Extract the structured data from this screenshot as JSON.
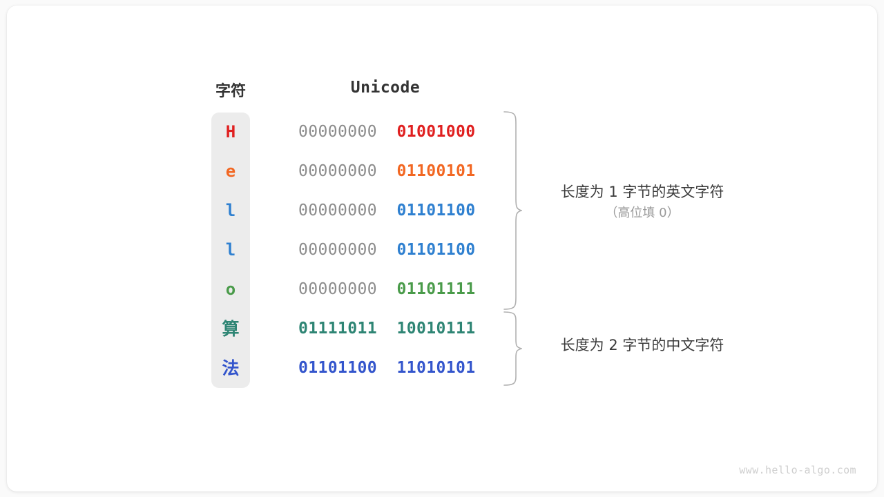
{
  "figure": {
    "background_color": "#fafafa",
    "card_color": "#ffffff",
    "panel_color": "#ececec"
  },
  "headers": {
    "character": "字符",
    "unicode": "Unicode"
  },
  "rows": [
    {
      "character": "H",
      "char_color": "#E02020",
      "high_byte": "00000000",
      "low_byte": "01001000",
      "low_color": "#E02020",
      "high_color": "#8c8c8c",
      "high_bold": false
    },
    {
      "character": "e",
      "char_color": "#F26722",
      "high_byte": "00000000",
      "low_byte": "01100101",
      "low_color": "#F26722",
      "high_color": "#8c8c8c",
      "high_bold": false
    },
    {
      "character": "l",
      "char_color": "#2F80D0",
      "high_byte": "00000000",
      "low_byte": "01101100",
      "low_color": "#2F80D0",
      "high_color": "#8c8c8c",
      "high_bold": false
    },
    {
      "character": "l",
      "char_color": "#2F80D0",
      "high_byte": "00000000",
      "low_byte": "01101100",
      "low_color": "#2F80D0",
      "high_color": "#8c8c8c",
      "high_bold": false
    },
    {
      "character": "o",
      "char_color": "#4A9B4A",
      "high_byte": "00000000",
      "low_byte": "01101111",
      "low_color": "#4A9B4A",
      "high_color": "#8c8c8c",
      "high_bold": false
    },
    {
      "character": "算",
      "char_color": "#2E8574",
      "high_byte": "01111011",
      "low_byte": "10010111",
      "low_color": "#2E8574",
      "high_color": "#2E8574",
      "high_bold": true
    },
    {
      "character": "法",
      "char_color": "#3355CC",
      "high_byte": "01101100",
      "low_byte": "11010101",
      "low_color": "#3355CC",
      "high_color": "#3355CC",
      "high_bold": true
    }
  ],
  "annotations": [
    {
      "line1": "长度为 1 字节的英文字符",
      "line2": "（高位填 0）"
    },
    {
      "line1": "长度为 2 字节的中文字符",
      "line2": ""
    }
  ],
  "watermark": "www.hello-algo.com"
}
